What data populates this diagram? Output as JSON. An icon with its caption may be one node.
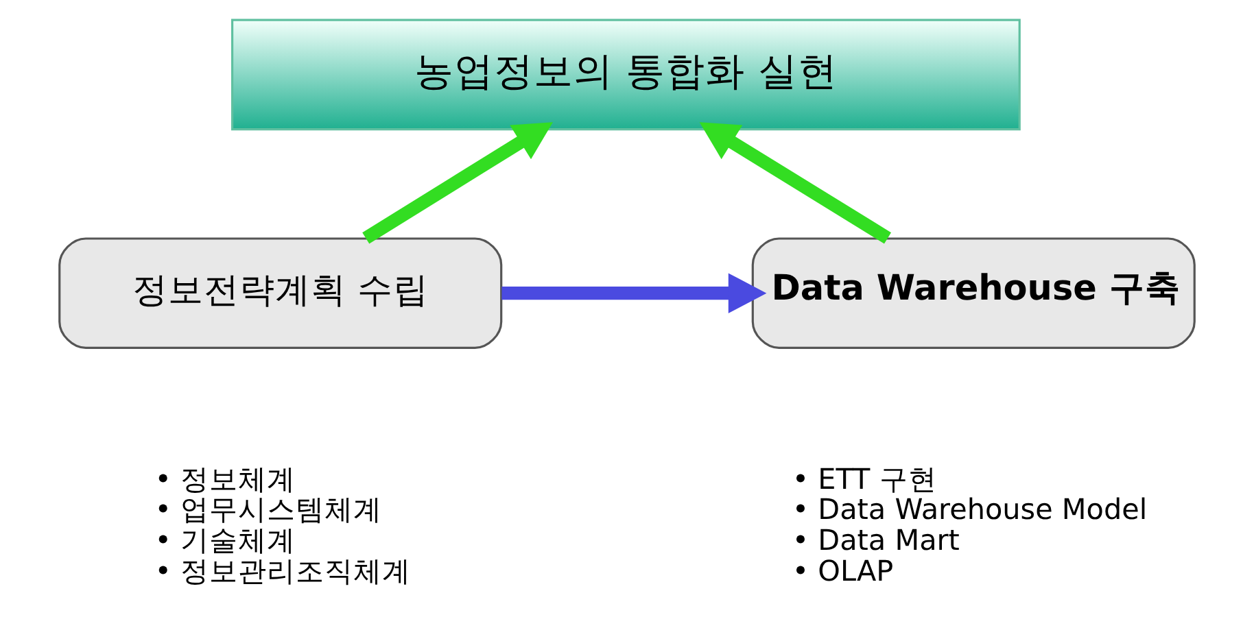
{
  "diagram": {
    "nodes": [
      {
        "text": [
          "농업정보의 통합화 실현"
        ]
      },
      {
        "text": [
          "정보전략계획 수립"
        ],
        "beside": [
          "• 정보체계",
          "• 업무시스템체계",
          "• 기술체계",
          "• 정보관리조직체계"
        ]
      },
      {
        "text": [
          "Data Warehouse 구축"
        ],
        "beside": [
          "• ETT 구현",
          "• Data Warehouse Model",
          "• Data Mart",
          "• OLAP"
        ]
      }
    ],
    "edges": [
      {
        "from": 1,
        "to": 0,
        "arrow": "to",
        "color": "#33dd22"
      },
      {
        "from": 2,
        "to": 0,
        "arrow": "to",
        "color": "#33dd22"
      },
      {
        "from": 1,
        "to": 2,
        "arrow": "to",
        "color": "#4a4ae0"
      }
    ]
  }
}
